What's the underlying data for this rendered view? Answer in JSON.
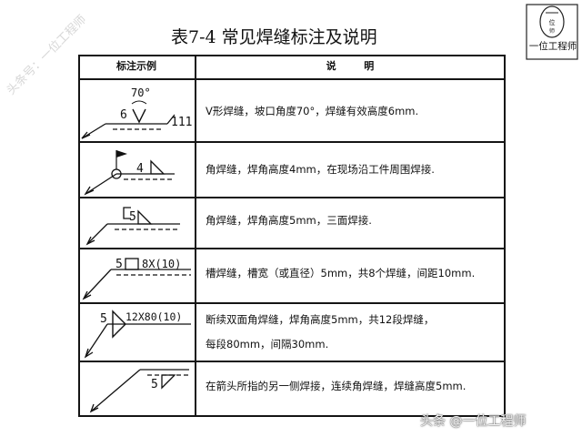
{
  "title": "表7-4  常见焊缝标注及说明",
  "logo": {
    "caption": "一位工程师"
  },
  "watermark": "头条号：一位工程师",
  "table": {
    "headers": {
      "example": "标注示例",
      "explain": "说        明"
    },
    "rows": [
      {
        "symbol_labels": [
          "70°",
          "6",
          "111"
        ],
        "description": [
          "V形焊缝，坡口角度70°，焊缝有效高度6mm."
        ]
      },
      {
        "symbol_labels": [
          "4"
        ],
        "description": [
          "角焊缝，焊角高度4mm，在现场沿工件周围焊接."
        ]
      },
      {
        "symbol_labels": [
          "5"
        ],
        "description": [
          "角焊缝，焊角高度5mm，三面焊接."
        ]
      },
      {
        "symbol_labels": [
          "5",
          "8X(10)"
        ],
        "description": [
          "槽焊缝，槽宽（或直径）5mm，共8个焊缝，间距10mm."
        ]
      },
      {
        "symbol_labels": [
          "5",
          "12X80(10)"
        ],
        "description": [
          "断续双面角焊缝，焊角高度5mm，共12段焊缝，",
          "每段80mm，间隔30mm."
        ]
      },
      {
        "symbol_labels": [
          "5"
        ],
        "description": [
          "在箭头所指的另一侧焊接，连续角焊缝，焊缝高度5mm."
        ]
      }
    ]
  },
  "credit": "头条 @一位工程师"
}
